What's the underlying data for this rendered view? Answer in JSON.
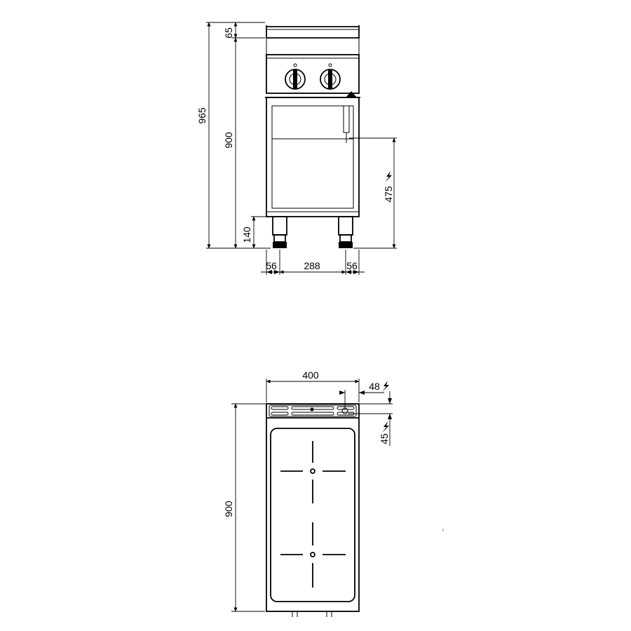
{
  "front_view": {
    "dims": {
      "total_height": "965",
      "top_thickness": "65",
      "body_height": "900",
      "leg_height": "140",
      "electric_connection_height": "475",
      "left_offset": "56",
      "leg_spacing": "288",
      "right_offset": "56"
    }
  },
  "top_view": {
    "dims": {
      "width": "400",
      "connection_offset_x": "48",
      "connection_offset_y": "45",
      "depth": "900"
    }
  },
  "icons": {
    "electric": "lightning-bolt-icon"
  }
}
